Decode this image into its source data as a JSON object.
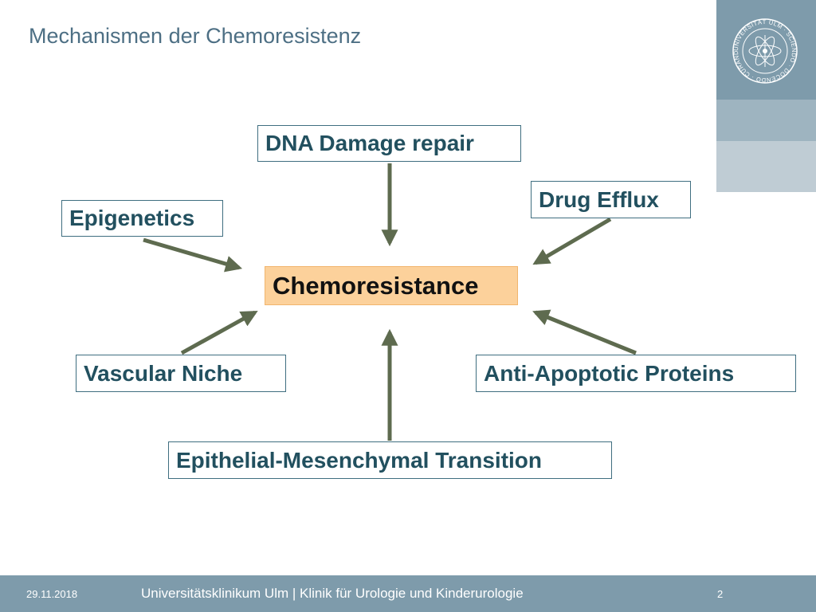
{
  "slide": {
    "title": "Mechanismen der Chemoresistenz"
  },
  "diagram": {
    "center": "Chemoresistance",
    "nodes": {
      "dna_repair": "DNA Damage repair",
      "drug_efflux": "Drug Efflux",
      "epigenetics": "Epigenetics",
      "vascular_niche": "Vascular Niche",
      "anti_apoptotic": "Anti-Apoptotic Proteins",
      "emt": "Epithelial-Mesenchymal Transition"
    },
    "colors": {
      "arrow": "#5e6b4f",
      "box_border": "#3f6e80",
      "box_text": "#22505f",
      "center_fill": "#fcd19b"
    }
  },
  "footer": {
    "date": "29.11.2018",
    "center": "Universitätsklinikum Ulm | Klinik für Urologie und Kinderurologie",
    "page": "2"
  },
  "logo": {
    "ring_text": "UNIVERSITÄT ULM · SCIENDO · DOCENDO · CURANDO ·"
  }
}
